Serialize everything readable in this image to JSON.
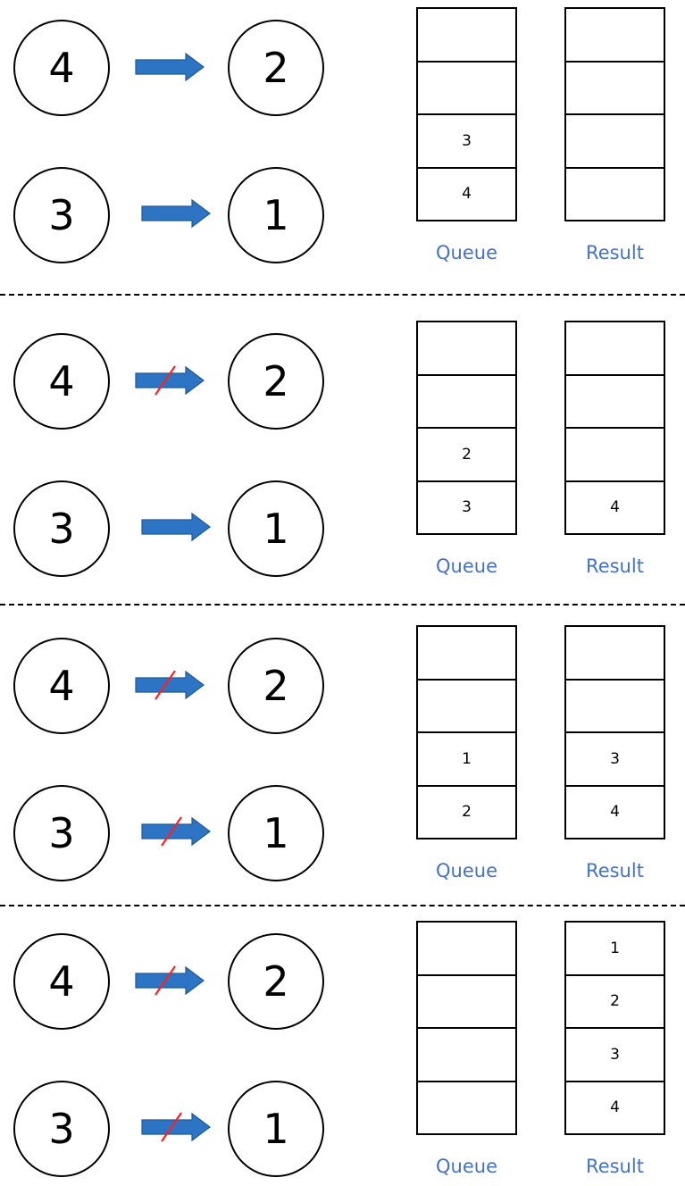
{
  "nodes": {
    "a": "4",
    "b": "2",
    "c": "3",
    "d": "1"
  },
  "labels": {
    "queue": "Queue",
    "result": "Result"
  },
  "colors": {
    "arrow": "#2E74C4",
    "arrow_stroke": "#1F5A96",
    "strike": "#FF2020",
    "label": "#4472C4"
  },
  "steps": [
    {
      "blocked": {
        "top": false,
        "bottom": false
      },
      "queue": [
        "",
        "",
        "3",
        "4"
      ],
      "result": [
        "",
        "",
        "",
        ""
      ]
    },
    {
      "blocked": {
        "top": true,
        "bottom": false
      },
      "queue": [
        "",
        "",
        "2",
        "3"
      ],
      "result": [
        "",
        "",
        "",
        "4"
      ]
    },
    {
      "blocked": {
        "top": true,
        "bottom": true
      },
      "queue": [
        "",
        "",
        "1",
        "2"
      ],
      "result": [
        "",
        "",
        "3",
        "4"
      ]
    },
    {
      "blocked": {
        "top": true,
        "bottom": true
      },
      "queue": [
        "",
        "",
        "",
        ""
      ],
      "result": [
        "1",
        "2",
        "3",
        "4"
      ]
    }
  ]
}
